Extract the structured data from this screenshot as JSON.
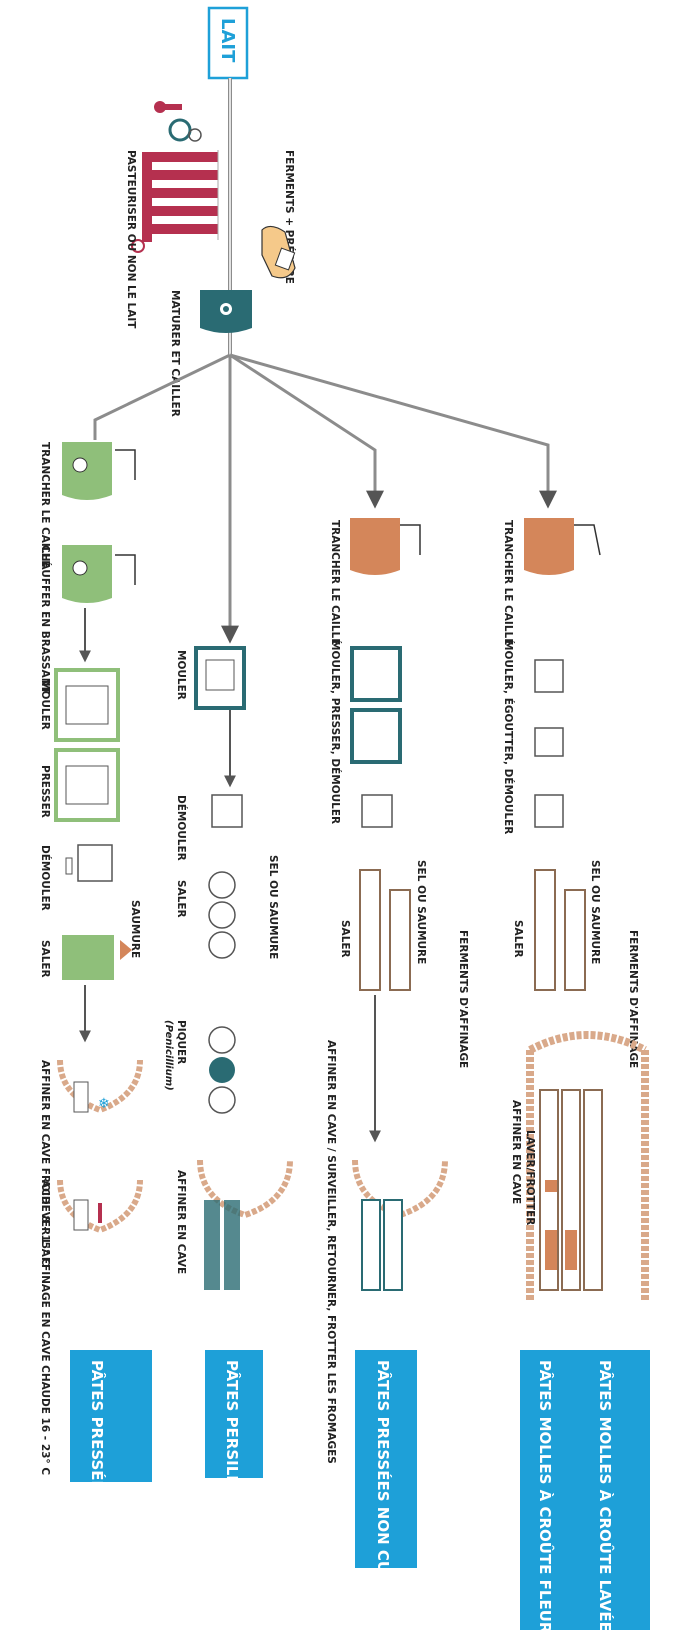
{
  "source": "LAIT",
  "steps": {
    "pasteurise": "PASTEURISER OU NON LE LAIT",
    "ferments": "FERMENTS + PRÉSURE",
    "mature": "MATURER ET CAILLER"
  },
  "branches": {
    "cuites": {
      "name": "PÂTES PRESSÉES CUITES",
      "trancher": "TRANCHER LE CAILLÉ",
      "chauffer": "CHAUFFER EN BRASSANT",
      "mouler": "MOULER",
      "presser": "PRESSER",
      "demouler": "DÉMOULER",
      "saumure": "SAUMURE",
      "saler": "SALER",
      "affiner_froid": "AFFINER EN CAVE FROIDE 8 - 15° C",
      "affiner_chaud": "ACHEVER L'AFFINAGE EN CAVE CHAUDE 16 - 23° C"
    },
    "persillees": {
      "name": "PÂTES PERSILLÉES",
      "mouler": "MOULER",
      "demouler": "DÉMOULER",
      "sel": "SEL OU SAUMURE",
      "saler": "SALER",
      "piquer": "PIQUER",
      "penicillium": "(Penicillium)",
      "affiner": "AFFINER EN CAVE"
    },
    "non_cuites": {
      "name": "PÂTES PRESSÉES NON CUITES",
      "trancher": "TRANCHER LE CAILLÉ",
      "mouler": "MOULER, PRESSER, DÉMOULER",
      "sel": "SEL OU SAUMURE",
      "ferments": "FERMENTS D'AFFINAGE",
      "saler": "SALER",
      "affiner": "AFFINER EN CAVE / SURVEILLER, RETOURNER, FROTTER LES FROMAGES"
    },
    "molles": {
      "name_fleurie": "PÂTES MOLLES À CROÛTE FLEURIE",
      "name_lavee": "PÂTES MOLLES À CROÛTE LAVÉE",
      "trancher": "TRANCHER LE CAILLÉ",
      "mouler": "MOULER, ÉGOUTTER, DÉMOULER",
      "sel": "SEL OU SAUMURE",
      "ferments": "FERMENTS D'AFFINAGE",
      "saler": "SALER",
      "affiner": "AFFINER EN CAVE",
      "laver": "LAVER/FROTTER"
    }
  },
  "colors": {
    "pipe": "#8c8c8c",
    "heater": "#b5304f",
    "vat": "#2a6b73",
    "green": "#8fbf7a",
    "copper": "#d4865a",
    "blue": "#1ea0d8",
    "brick": "#d9a98a"
  },
  "icons": [
    "thermometer-icon",
    "pump-icon",
    "hand-ferments-icon",
    "cheese-press-icon",
    "cave-arch-icon",
    "snowflake-icon"
  ]
}
